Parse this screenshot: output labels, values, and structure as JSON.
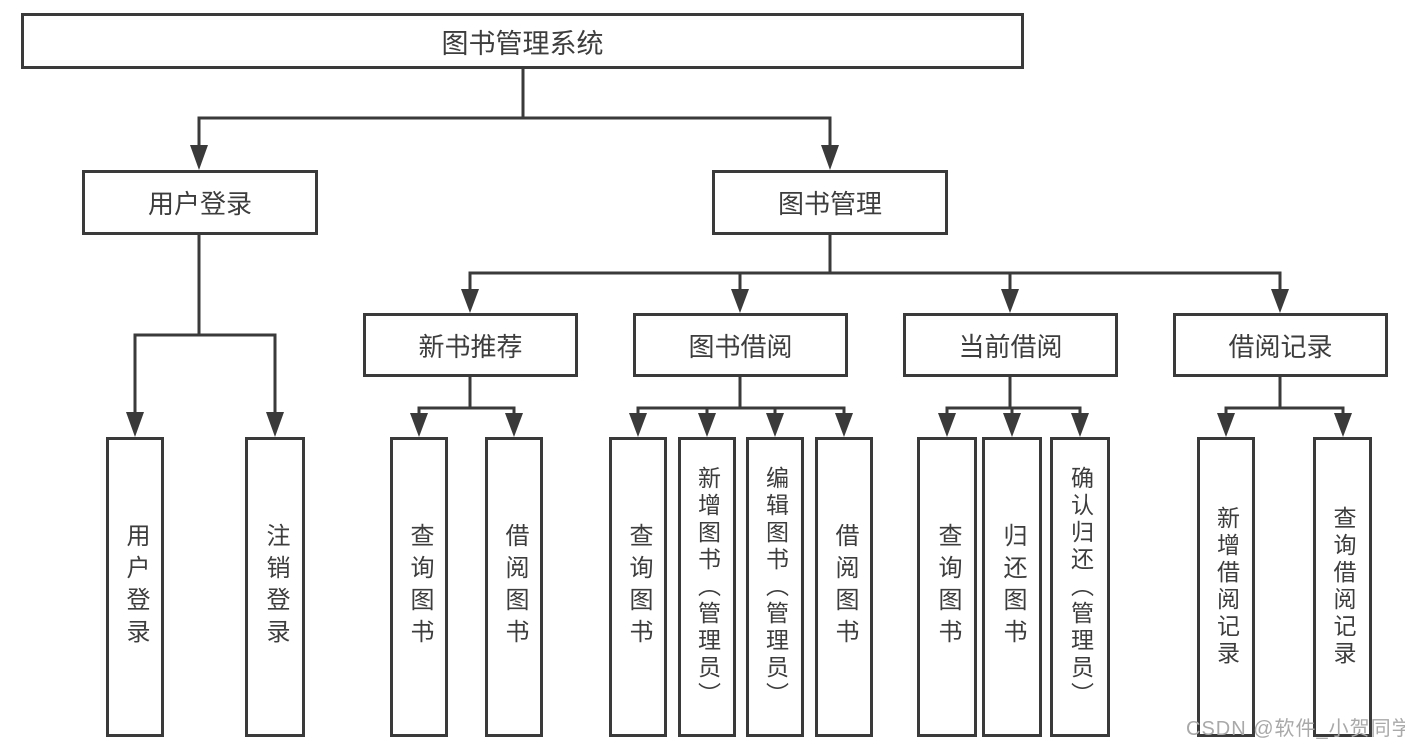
{
  "diagram": {
    "title": "图书管理系统",
    "root": {
      "label": "图书管理系统"
    },
    "level2": [
      {
        "label": "用户登录"
      },
      {
        "label": "图书管理"
      }
    ],
    "level3": [
      {
        "label": "新书推荐",
        "parent": "图书管理"
      },
      {
        "label": "图书借阅",
        "parent": "图书管理"
      },
      {
        "label": "当前借阅",
        "parent": "图书管理"
      },
      {
        "label": "借阅记录",
        "parent": "图书管理"
      }
    ],
    "leaves": [
      {
        "label": "用户登录",
        "parent": "用户登录"
      },
      {
        "label": "注销登录",
        "parent": "用户登录"
      },
      {
        "label": "查询图书",
        "parent": "新书推荐"
      },
      {
        "label": "借阅图书",
        "parent": "新书推荐"
      },
      {
        "label": "查询图书",
        "parent": "图书借阅"
      },
      {
        "label": "新增图书（管理员）",
        "parent": "图书借阅"
      },
      {
        "label": "编辑图书（管理员）",
        "parent": "图书借阅"
      },
      {
        "label": "借阅图书",
        "parent": "图书借阅"
      },
      {
        "label": "查询图书",
        "parent": "当前借阅"
      },
      {
        "label": "归还图书",
        "parent": "当前借阅"
      },
      {
        "label": "确认归还（管理员）",
        "parent": "当前借阅"
      },
      {
        "label": "新增借阅记录",
        "parent": "借阅记录"
      },
      {
        "label": "查询借阅记录",
        "parent": "借阅记录"
      }
    ],
    "watermark": "CSDN @软件_小贺同学",
    "colors": {
      "line": "#3a3a3a",
      "text": "#3d3d3d",
      "watermark": "#a9a9a9",
      "background": "#ffffff"
    }
  }
}
